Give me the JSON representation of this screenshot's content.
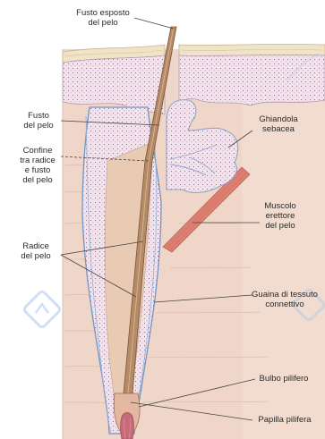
{
  "labels": {
    "exposed_shaft": "Fusto esposto\ndel pelo",
    "shaft": "Fusto\ndel pelo",
    "boundary": "Confine\ntra radice\ne fusto\ndel pelo",
    "sebaceous_gland": "Ghiandola\nsebacea",
    "arrector_muscle": "Muscolo\nerettore\ndel pelo",
    "root": "Radice\ndel pelo",
    "connective_sheath": "Guaina di tessuto\nconnettivo",
    "hair_bulb": "Bulbo pilifero",
    "hair_papilla": "Papilla pilifera"
  },
  "colors": {
    "dermis": "#efd6c8",
    "epidermis": "#f3e3ec",
    "stratum_corneum": "#efe3c8",
    "hair_shaft": "#b58a66",
    "sheath": "#6f97c8",
    "muscle": "#dc7f70",
    "papilla": "#c86a78",
    "leader_line": "#444444"
  }
}
